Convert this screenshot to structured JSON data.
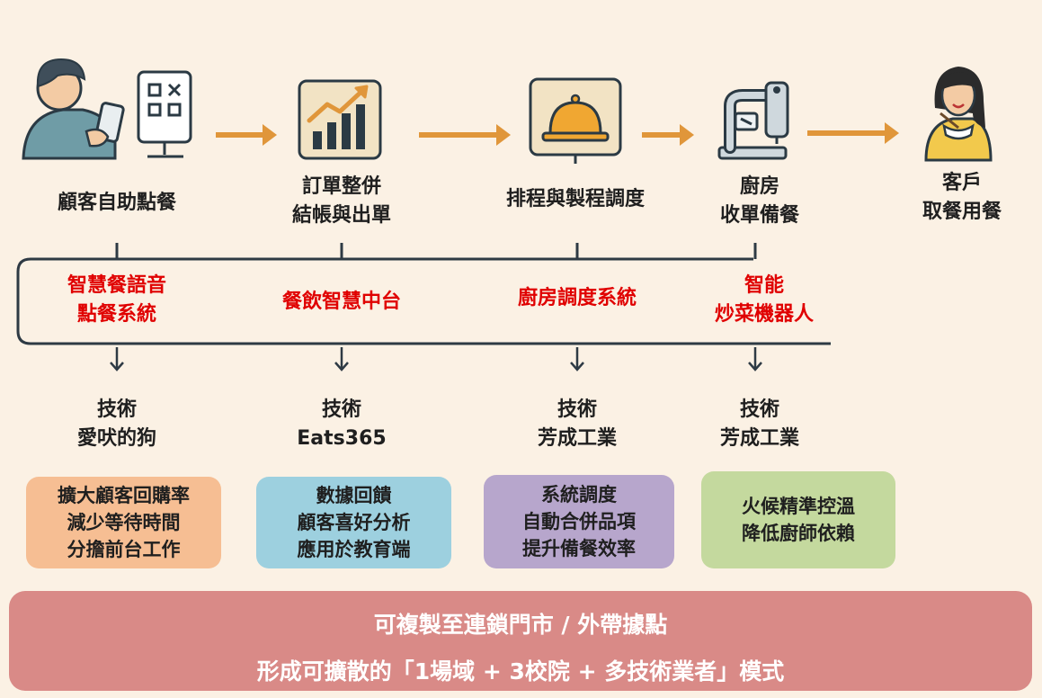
{
  "steps": [
    {
      "lines": [
        "顧客自助點餐"
      ],
      "icon": "customer-phone-qr-icon"
    },
    {
      "lines": [
        "訂單整併",
        "結帳與出單"
      ],
      "icon": "growth-chart-icon"
    },
    {
      "lines": [
        "排程與製程調度"
      ],
      "icon": "food-cloche-icon"
    },
    {
      "lines": [
        "廚房",
        "收單備餐"
      ],
      "icon": "cooking-robot-icon"
    },
    {
      "lines": [
        "客戶",
        "取餐用餐"
      ],
      "icon": "woman-eating-icon"
    }
  ],
  "systems": [
    {
      "lines": [
        "智慧餐語音",
        "點餐系統"
      ]
    },
    {
      "lines": [
        "餐飲智慧中台"
      ]
    },
    {
      "lines": [
        "廚房調度系統"
      ]
    },
    {
      "lines": [
        "智能",
        "炒菜機器人"
      ]
    }
  ],
  "tech": [
    {
      "lines": [
        "技術",
        "愛吠的狗"
      ]
    },
    {
      "lines": [
        "技術",
        "Eats365"
      ]
    },
    {
      "lines": [
        "技術",
        "芳成工業"
      ]
    },
    {
      "lines": [
        "技術",
        "芳成工業"
      ]
    }
  ],
  "benefits": [
    {
      "lines": [
        "擴大顧客回購率",
        "減少等待時間",
        "分擔前台工作"
      ],
      "color": "#F6BE93"
    },
    {
      "lines": [
        "數據回饋",
        "顧客喜好分析",
        "應用於教育端"
      ],
      "color": "#9DD0DF"
    },
    {
      "lines": [
        "系統調度",
        "自動合併品項",
        "提升備餐效率"
      ],
      "color": "#B7A6CC"
    },
    {
      "lines": [
        "火候精準控溫",
        "降低廚師依賴"
      ],
      "color": "#C4D99E"
    }
  ],
  "banner": {
    "line1": "可複製至連鎖門市 / 外帶據點",
    "line2": "形成可擴散的「1場域 + 3校院 + 多技術業者」模式"
  },
  "colors": {
    "background": "#FBF1E4",
    "arrow": "#E0963A",
    "system_text": "#E00000",
    "banner": "#D98A87",
    "bracket": "#2E3A44"
  }
}
